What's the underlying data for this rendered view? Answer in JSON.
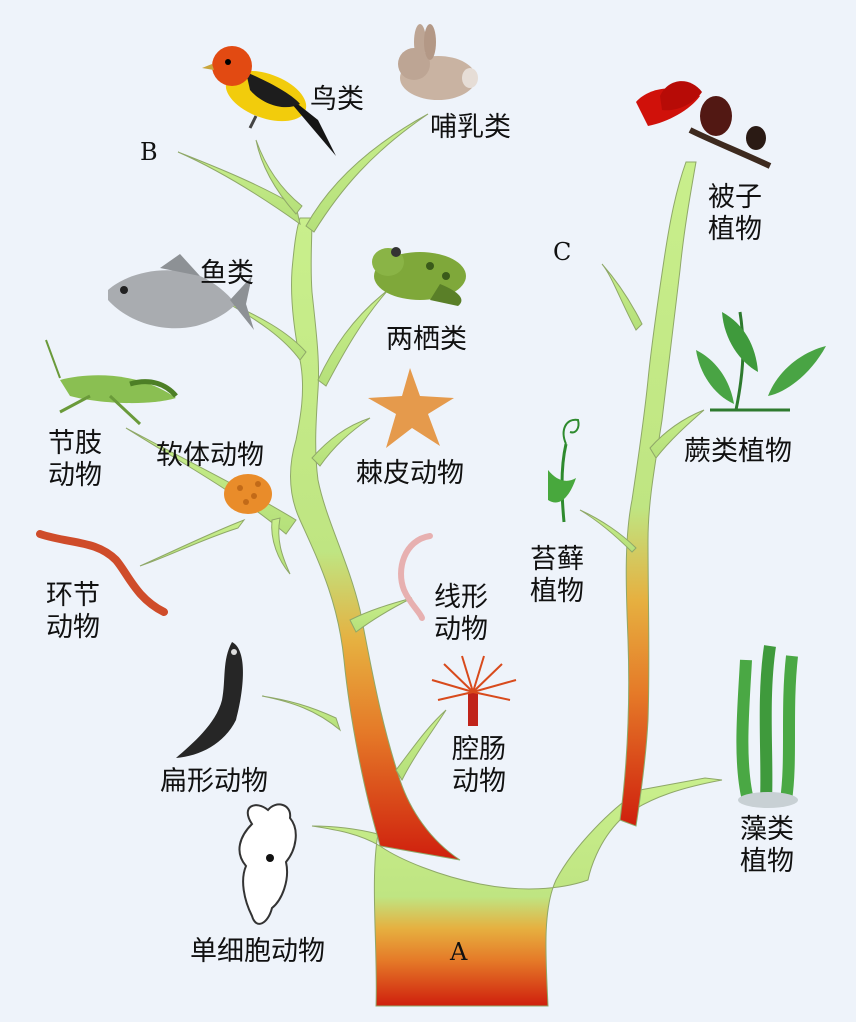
{
  "letters": {
    "a": "A",
    "b": "B",
    "c": "C"
  },
  "labels": {
    "birds": "鸟类",
    "mammals": "哺乳类",
    "angiosperms": "被子\n植物",
    "fish": "鱼类",
    "amphibians": "两栖类",
    "arthropods": "节肢\n动物",
    "mollusks": "软体动物",
    "echinoderms": "棘皮动物",
    "ferns": "蕨类植物",
    "annelids": "环节\n动物",
    "nematodes": "线形\n动物",
    "bryophytes": "苔藓\n植物",
    "flatworms": "扁形动物",
    "cnidarians": "腔肠\n动物",
    "algae": "藻类\n植物",
    "protozoa": "单细胞动物"
  },
  "colors": {
    "background": "#eef3fa",
    "trunk_base": "#d42a10",
    "trunk_mid": "#e9a53a",
    "branch_top": "#c9ef8c",
    "outline": "#7aa84a"
  },
  "icons": [
    "bird-icon",
    "rabbit-icon",
    "flower-icon",
    "fish-icon",
    "frog-icon",
    "grasshopper-icon",
    "sponge-icon",
    "starfish-icon",
    "fern-icon",
    "earthworm-icon",
    "roundworm-icon",
    "moss-icon",
    "planarian-icon",
    "sea-anemone-icon",
    "algae-icon",
    "amoeba-icon"
  ]
}
